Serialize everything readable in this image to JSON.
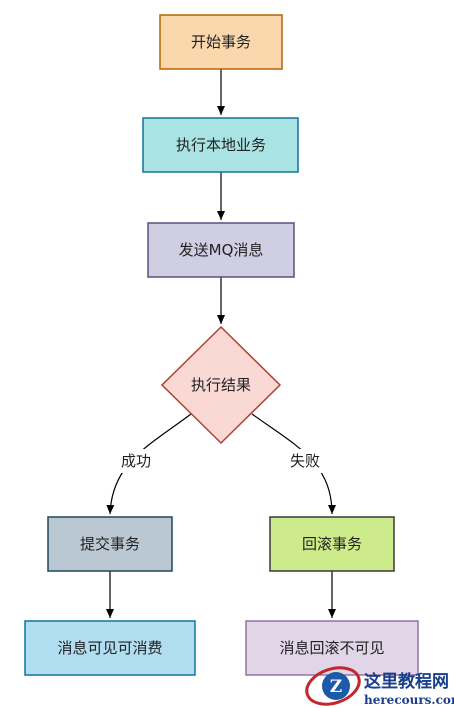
{
  "diagram": {
    "nodes": {
      "start": {
        "label": "开始事务",
        "fill": "#fad7ac",
        "stroke": "#b46504"
      },
      "local": {
        "label": "执行本地业务",
        "fill": "#a9e3e3",
        "stroke": "#10739e"
      },
      "send": {
        "label": "发送MQ消息",
        "fill": "#d0cee2",
        "stroke": "#56517e"
      },
      "decision": {
        "label": "执行结果",
        "fill": "#fad9d5",
        "stroke": "#ae4132"
      },
      "commit": {
        "label": "提交事务",
        "fill": "#bac8d3",
        "stroke": "#23445d"
      },
      "rollback": {
        "label": "回滚事务",
        "fill": "#cdeb8b",
        "stroke": "#36393d"
      },
      "visible": {
        "label": "消息可见可消费",
        "fill": "#b1ddf0",
        "stroke": "#10739e"
      },
      "invisible": {
        "label": "消息回滚不可见",
        "fill": "#e1d5e7",
        "stroke": "#9673a6"
      }
    },
    "edges": {
      "success": {
        "label": "成功"
      },
      "failure": {
        "label": "失败"
      }
    }
  },
  "watermark": {
    "title": "这里教程网",
    "url": "herecours.com",
    "logo_letter": "Z"
  }
}
